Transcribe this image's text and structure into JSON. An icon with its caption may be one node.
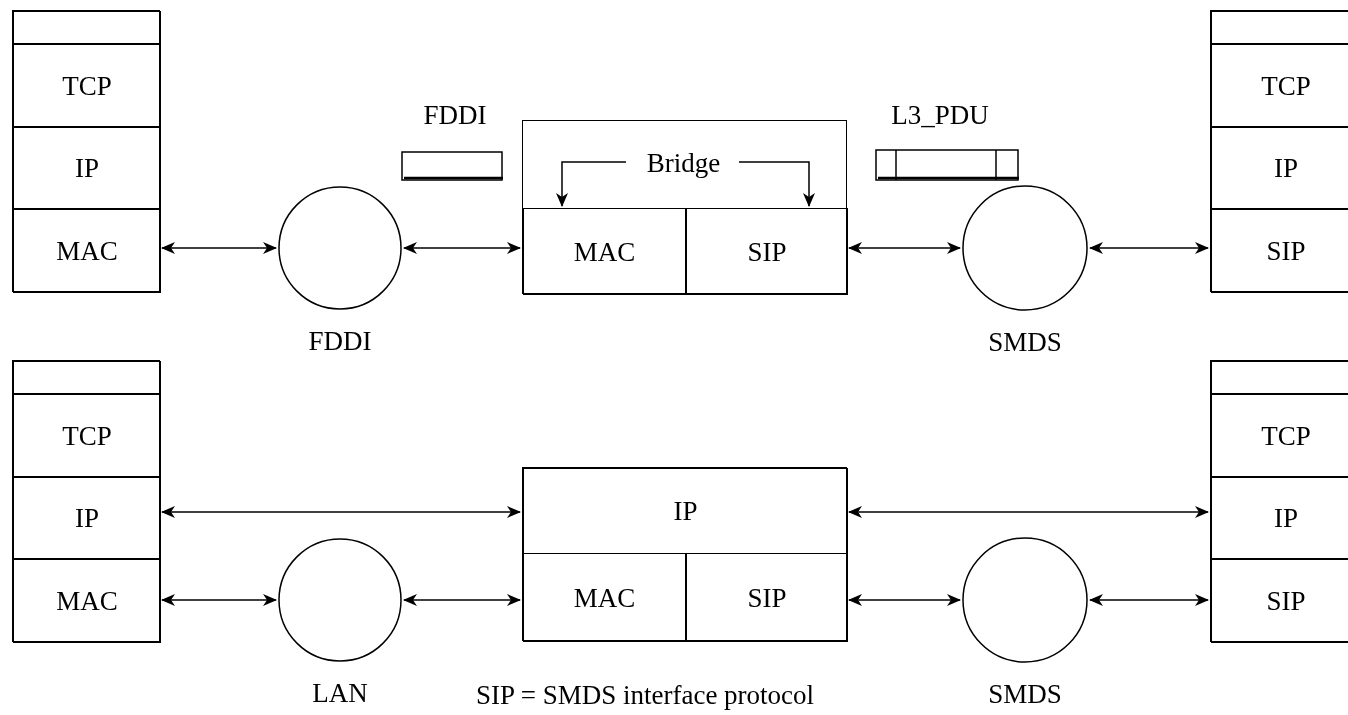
{
  "diagram": {
    "nodes": [
      {
        "text": [],
        "shape": "box"
      },
      {
        "text": [],
        "shape": "box",
        "in": 0
      },
      {
        "text": [
          "TCP"
        ],
        "in": 0
      },
      {
        "text": [
          "IP"
        ],
        "in": 0
      },
      {
        "text": [
          "MAC"
        ],
        "in": 0
      },
      {
        "text": [],
        "shape": "circle",
        "beside": [
          "FDDI"
        ]
      },
      {
        "text": [],
        "shape": "box"
      },
      {
        "text": [
          "Bridge"
        ],
        "in": 6
      },
      {
        "text": [
          "MAC"
        ],
        "in": 6
      },
      {
        "text": [
          "SIP"
        ],
        "in": 6
      },
      {
        "text": [],
        "shape": "circle",
        "beside": [
          "SMDS"
        ]
      },
      {
        "text": [],
        "shape": "box"
      },
      {
        "text": [],
        "shape": "box",
        "in": 11
      },
      {
        "text": [
          "TCP"
        ],
        "in": 11
      },
      {
        "text": [
          "IP"
        ],
        "in": 11
      },
      {
        "text": [
          "SIP"
        ],
        "in": 11
      },
      {
        "text": [],
        "shape": "box"
      },
      {
        "text": [],
        "shape": "box",
        "in": 16
      },
      {
        "text": [
          "TCP"
        ],
        "in": 16
      },
      {
        "text": [
          "IP"
        ],
        "in": 16
      },
      {
        "text": [
          "MAC"
        ],
        "in": 16
      },
      {
        "text": [],
        "shape": "circle",
        "beside": [
          "LAN"
        ]
      },
      {
        "text": [],
        "shape": "box"
      },
      {
        "text": [
          "IP"
        ],
        "in": 22
      },
      {
        "text": [
          "MAC"
        ],
        "in": 22
      },
      {
        "text": [
          "SIP"
        ],
        "in": 22
      },
      {
        "text": [],
        "shape": "circle",
        "beside": [
          "SMDS"
        ]
      },
      {
        "text": [],
        "shape": "box"
      },
      {
        "text": [],
        "shape": "box",
        "in": 27
      },
      {
        "text": [
          "TCP"
        ],
        "in": 27
      },
      {
        "text": [
          "IP"
        ],
        "in": 27
      },
      {
        "text": [
          "SIP"
        ],
        "in": 27
      }
    ],
    "edges": [
      {
        "from": 4,
        "to": 5,
        "arrow": "both"
      },
      {
        "from": 5,
        "to": 8,
        "arrow": "both"
      },
      {
        "from": 9,
        "to": 10,
        "arrow": "both"
      },
      {
        "from": 10,
        "to": 15,
        "arrow": "both"
      },
      {
        "from": 7,
        "to": 8,
        "arrow": "to"
      },
      {
        "from": 7,
        "to": 9,
        "arrow": "to"
      },
      {
        "from": 19,
        "to": 23,
        "arrow": "both"
      },
      {
        "from": 23,
        "to": 30,
        "arrow": "both"
      },
      {
        "from": 20,
        "to": 21,
        "arrow": "both"
      },
      {
        "from": 21,
        "to": 24,
        "arrow": "both"
      },
      {
        "from": 25,
        "to": 26,
        "arrow": "both"
      },
      {
        "from": 26,
        "to": 31,
        "arrow": "both"
      }
    ],
    "labels": [
      "FDDI",
      "L3_PDU",
      "SIP = SMDS interface protocol"
    ]
  }
}
